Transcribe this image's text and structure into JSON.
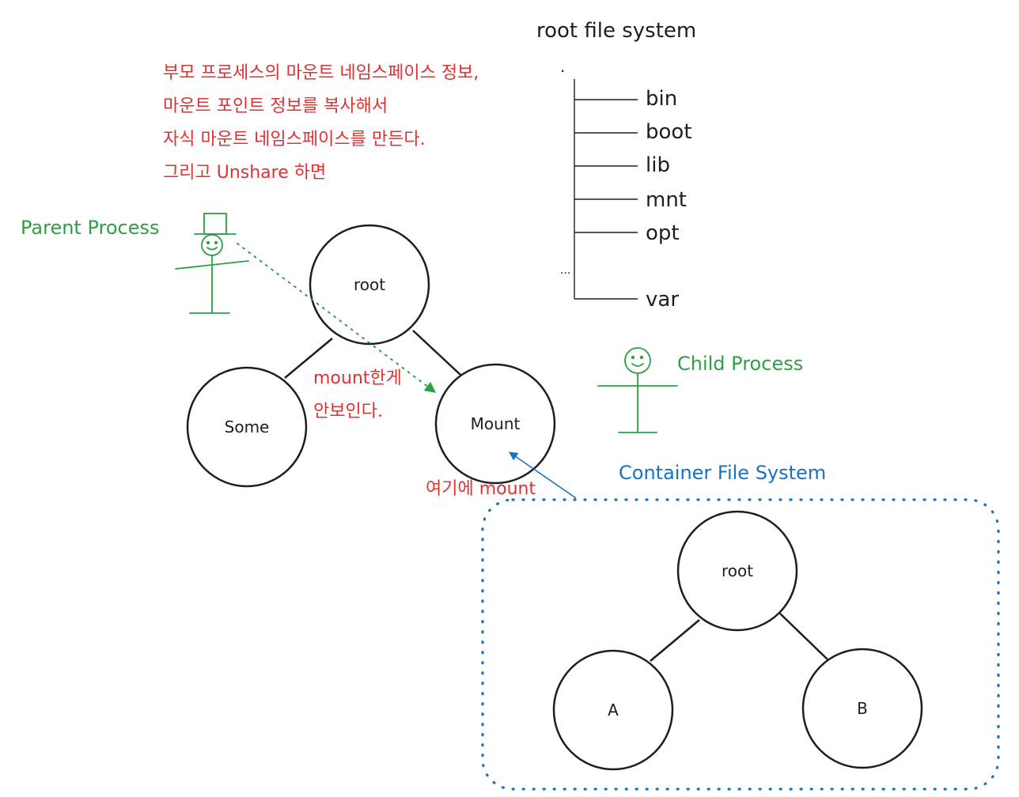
{
  "fs_tree": {
    "title": "root file system",
    "root_marker": ".",
    "items": [
      "bin",
      "boot",
      "lib",
      "mnt",
      "opt"
    ],
    "ellipsis": "...",
    "last_item": "var"
  },
  "note": {
    "lines": [
      "부모 프로세스의 마운트 네임스페이스 정보,",
      "마운트 포인트 정보를 복사해서",
      "자식 마운트 네임스페이스를 만든다.",
      "그리고 Unshare 하면"
    ]
  },
  "parent": {
    "label": "Parent Process",
    "tree": {
      "root": "root",
      "left": "Some",
      "right": "Mount"
    },
    "arrow_note": [
      "mount한게",
      "안보인다."
    ]
  },
  "child": {
    "label": "Child Process"
  },
  "container": {
    "label": "Container File System",
    "tree": {
      "root": "root",
      "left": "A",
      "right": "B"
    },
    "mount_note": "여기에 mount"
  },
  "colors": {
    "stroke": "#1e1e1e",
    "red": "#e03131",
    "green": "#2f9e44",
    "blue": "#1971c2"
  }
}
